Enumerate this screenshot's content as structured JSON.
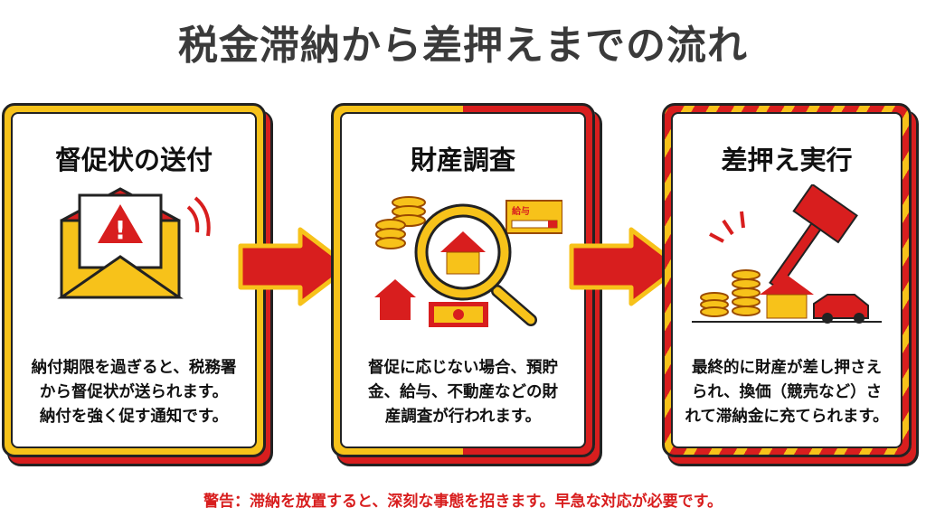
{
  "title": "税金滞納から差押えまでの流れ",
  "steps": [
    {
      "title": "督促状の送付",
      "lines": [
        "納付期限を過ぎると、税務署",
        "から督促状が送られます。",
        "納付を強く促す通知です。"
      ]
    },
    {
      "title": "財産調査",
      "lines": [
        "督促に応じない場合、預貯",
        "金、給与、不動産などの財",
        "産調査が行われます。"
      ],
      "salary_label": "給与"
    },
    {
      "title": "差押え実行",
      "lines": [
        "最終的に財産が差し押さえ",
        "られ、換価（競売など）さ",
        "れて滞納金に充てられます。"
      ]
    }
  ],
  "warning": "警告：滞納を放置すると、深刻な事態を招きます。早急な対応が必要です。",
  "colors": {
    "red": "#d81e1e",
    "yellow": "#f7c21a",
    "dark": "#3a3a3a"
  }
}
